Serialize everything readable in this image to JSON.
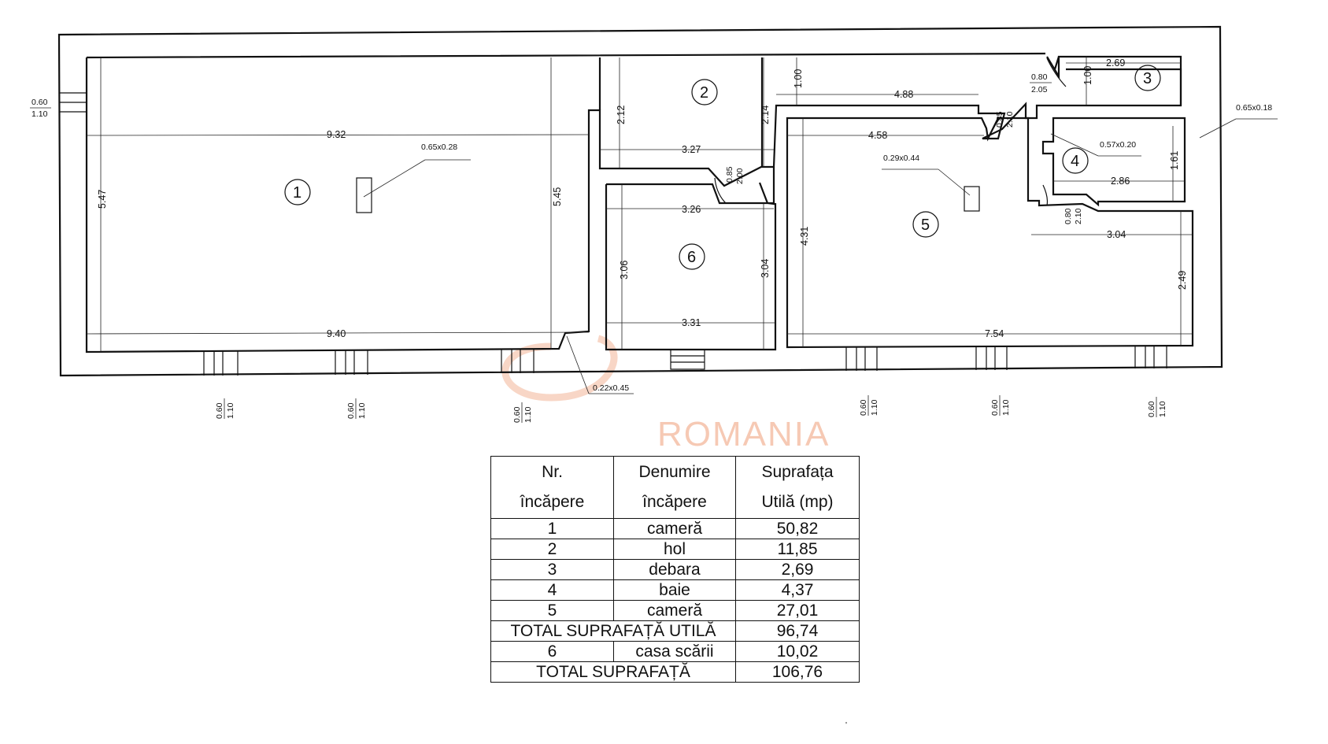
{
  "watermark": "ROMANIA",
  "rooms": [
    {
      "number": "1"
    },
    {
      "number": "2"
    },
    {
      "number": "3"
    },
    {
      "number": "4"
    },
    {
      "number": "5"
    },
    {
      "number": "6"
    }
  ],
  "dimensions": {
    "d932": "9.32",
    "d940": "9.40",
    "d547": "5.47",
    "d545": "5.45",
    "d212": "2.12",
    "d214": "2.14",
    "d327": "3.27",
    "d326": "3.26",
    "d306": "3.06",
    "d304": "3.04",
    "d331": "3.31",
    "d085a": "0.85",
    "d200": "2.00",
    "d100a": "1.00",
    "d488": "4.88",
    "d085b": "0.85",
    "d210a": "2.10",
    "d080a": "0.80",
    "d205": "2.05",
    "d100b": "1.00",
    "d269": "2.69",
    "d458": "4.58",
    "d431": "4.31",
    "d754": "7.54",
    "d304b": "3.04",
    "d249": "2.49",
    "d286": "2.86",
    "d161": "1.61",
    "d080b": "0.80",
    "d210b": "2.10"
  },
  "annotations": {
    "a1": "0.65x0.28",
    "a2": "0.29x0.44",
    "a3": "0.57x0.20",
    "a4": "0.65x0.18",
    "a5": "0.22x0.45"
  },
  "windows": {
    "wl_num": "0.60",
    "wl_den": "1.10",
    "w_num": "0.60",
    "w_den": "1.10"
  },
  "table": {
    "headers": [
      {
        "l1": "Nr.",
        "l2": "încăpere"
      },
      {
        "l1": "Denumire",
        "l2": "încăpere"
      },
      {
        "l1": "Suprafața",
        "l2": "Utilă (mp)"
      }
    ],
    "rows": [
      {
        "nr": "1",
        "name": "cameră",
        "area": "50,82"
      },
      {
        "nr": "2",
        "name": "hol",
        "area": "11,85"
      },
      {
        "nr": "3",
        "name": "debara",
        "area": "2,69"
      },
      {
        "nr": "4",
        "name": "baie",
        "area": "4,37"
      },
      {
        "nr": "5",
        "name": "cameră",
        "area": "27,01"
      }
    ],
    "total_useful": {
      "label": "TOTAL SUPRAFAȚĂ UTILĂ",
      "area": "96,74"
    },
    "row6": {
      "nr": "6",
      "name": "casa scării",
      "area": "10,02"
    },
    "total": {
      "label": "TOTAL SUPRAFAȚĂ",
      "area": "106,76"
    }
  }
}
